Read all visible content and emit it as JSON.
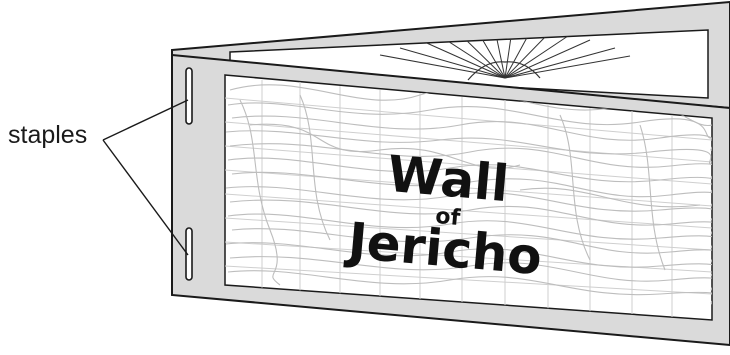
{
  "callout": {
    "label": "staples"
  },
  "card_title": {
    "line1": "Wall",
    "line2": "of",
    "line3": "Jericho"
  },
  "colors": {
    "frame": "#dadada",
    "outline": "#1a1a1a",
    "scribble": "#bdbdbd",
    "bricks": "#cfcfcf",
    "background": "#ffffff"
  }
}
